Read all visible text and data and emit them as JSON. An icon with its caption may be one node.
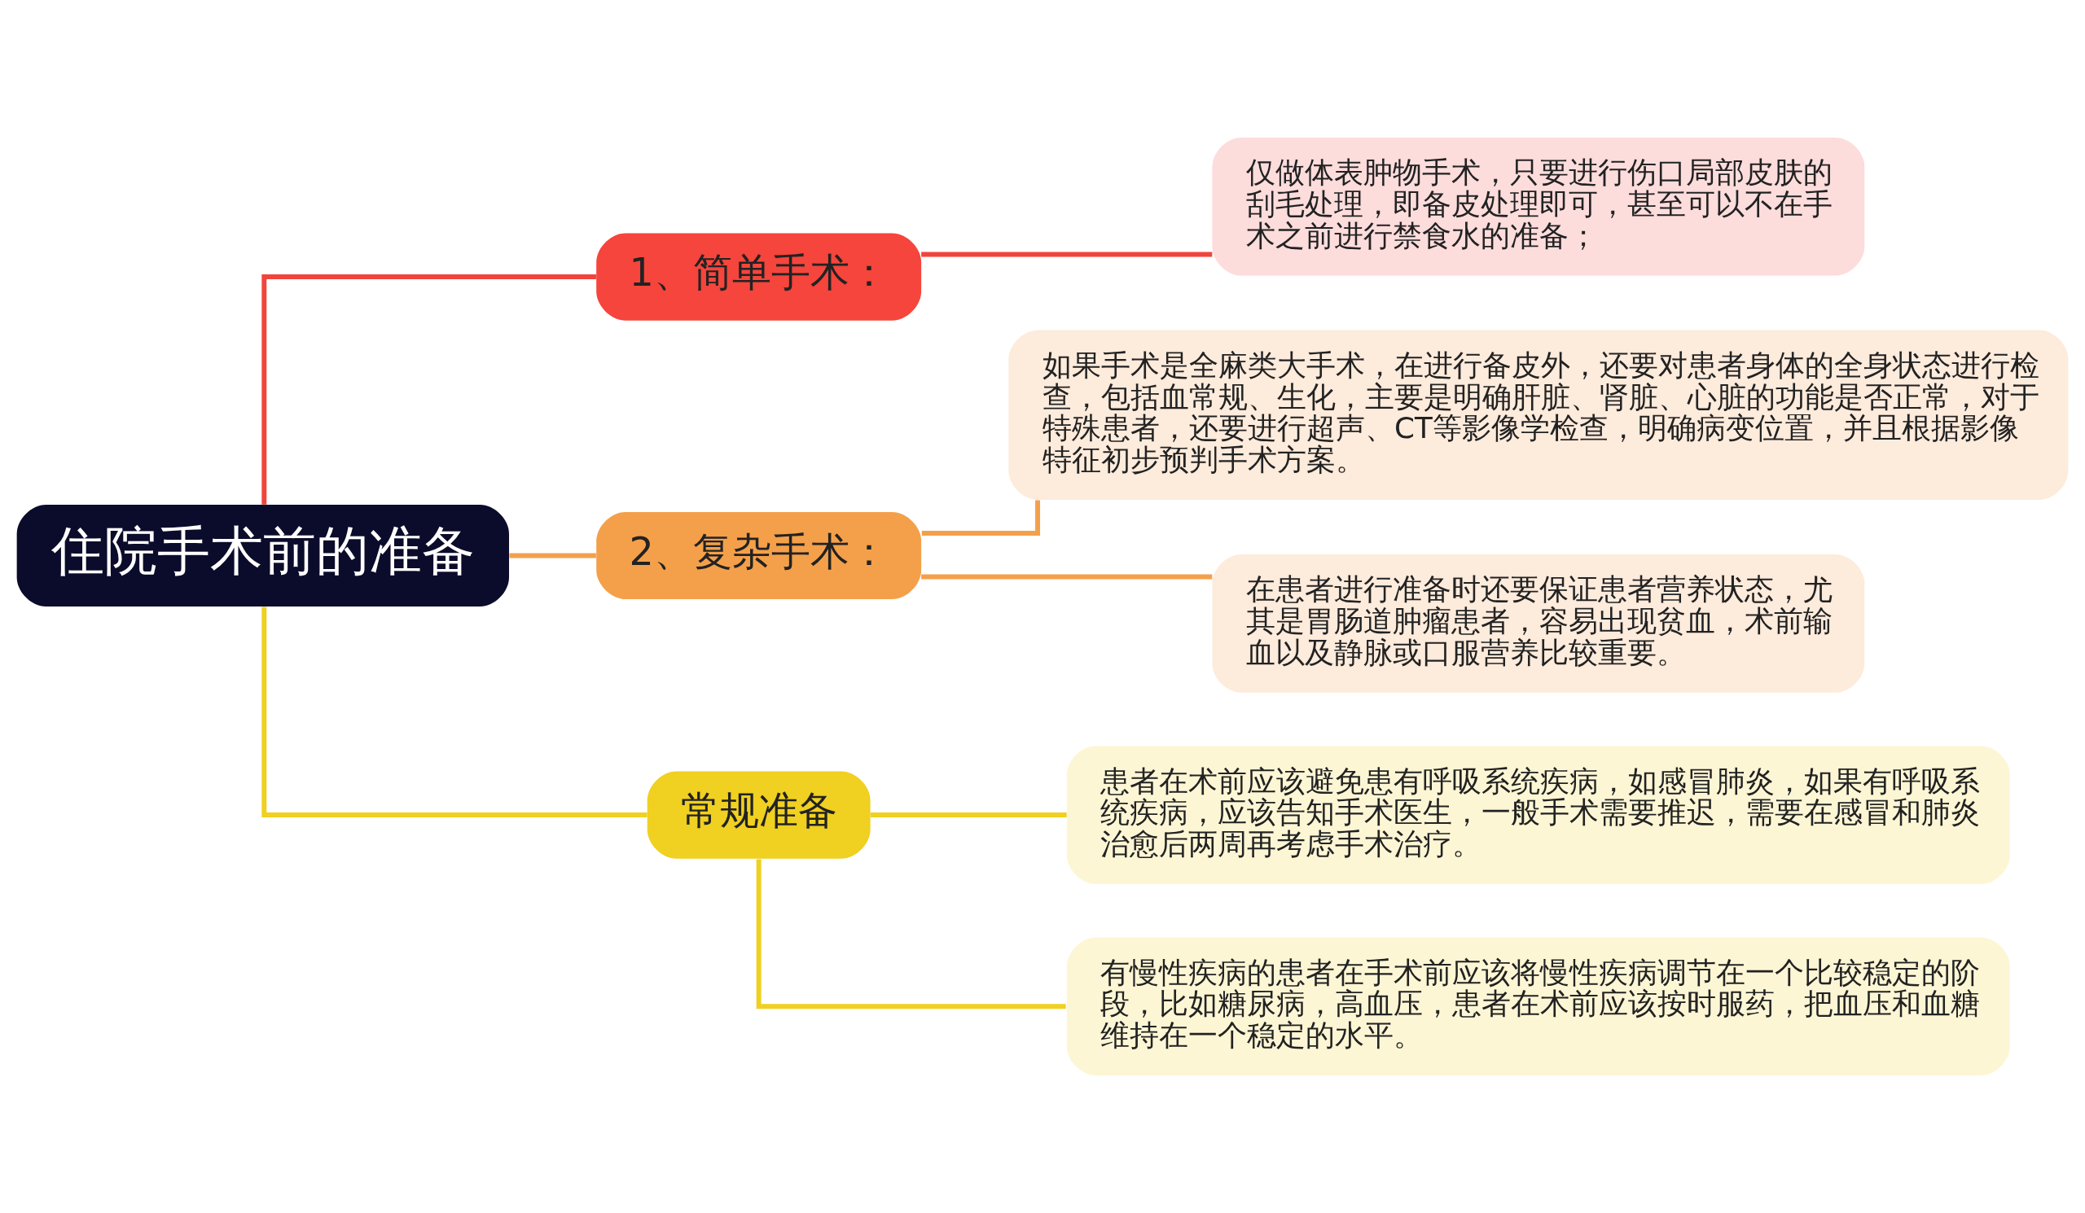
{
  "diagram": {
    "nodes": [
      {
        "text": [
          "住院手术前的准备"
        ]
      },
      {
        "text": [
          "1、简单手术："
        ]
      },
      {
        "text": [
          "仅做体表肿物手术，只要进行伤口局部皮肤的刮毛处理，即备皮处理即可，甚至可以不在手术之前进行禁食水的准备；"
        ]
      },
      {
        "text": [
          "2、复杂手术："
        ]
      },
      {
        "text": [
          "如果手术是全麻类大手术，在进行备皮外，还要对患者身体的全身状态进行检查，包括血常规、生化，主要是明确肝脏、肾脏、心脏的功能是否正常，对于特殊患者，还要进行超声、CT等影像学检查，明确病变位置，并且根据影像特征初步预判手术方案。"
        ]
      },
      {
        "text": [
          "在患者进行准备时还要保证患者营养状态，尤其是胃肠道肿瘤患者，容易出现贫血，术前输血以及静脉或口服营养比较重要。"
        ]
      },
      {
        "text": [
          "常规准备"
        ]
      },
      {
        "text": [
          "患者在术前应该避免患有呼吸系统疾病，如感冒肺炎，如果有呼吸系统疾病，应该告知手术医生，一般手术需要推迟，需要在感冒和肺炎治愈后两周再考虑手术治疗。"
        ]
      },
      {
        "text": [
          "有慢性疾病的患者在手术前应该将慢性疾病调节在一个比较稳定的阶段，比如糖尿病，高血压，患者在术前应该按时服药，把血压和血糖维持在一个稳定的水平。"
        ]
      }
    ],
    "edges": [
      {
        "from": 0,
        "to": 1,
        "arrow": "none",
        "color": "#f0453c"
      },
      {
        "from": 1,
        "to": 2,
        "arrow": "none",
        "color": "#f0453c"
      },
      {
        "from": 0,
        "to": 3,
        "arrow": "none",
        "color": "#f4a04a"
      },
      {
        "from": 3,
        "to": 4,
        "arrow": "none",
        "color": "#f4a04a"
      },
      {
        "from": 3,
        "to": 5,
        "arrow": "none",
        "color": "#f4a04a"
      },
      {
        "from": 0,
        "to": 6,
        "arrow": "none",
        "color": "#f0d020"
      },
      {
        "from": 6,
        "to": 7,
        "arrow": "none",
        "color": "#f0d020"
      },
      {
        "from": 6,
        "to": 8,
        "arrow": "none",
        "color": "#f0d020"
      }
    ]
  }
}
